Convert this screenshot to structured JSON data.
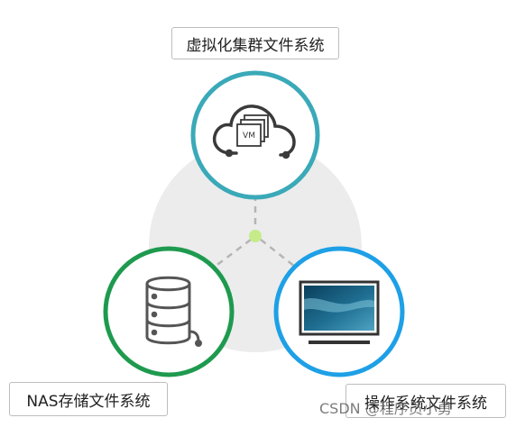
{
  "labels": {
    "top": "虚拟化集群文件系统",
    "left": "NAS存储文件系统",
    "right": "操作系统文件系统"
  },
  "vm_badge": "VM",
  "watermark": "CSDN @程序员小勇",
  "icons": {
    "top": "cloud-vm-icon",
    "left": "database-storage-icon",
    "right": "monitor-icon"
  },
  "colors": {
    "top_ring": "#3aa9b8",
    "left_ring": "#1e9a4f",
    "right_ring": "#1ea0e6",
    "center_dot": "#c6ec8a",
    "background_disc": "#ececec",
    "connector": "#b5b5b5"
  }
}
